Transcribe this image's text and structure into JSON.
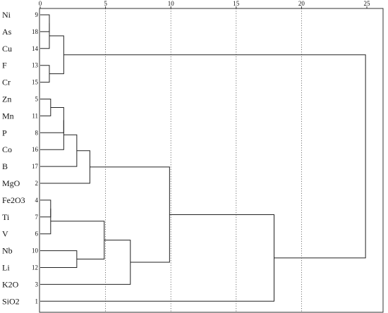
{
  "chart_data": {
    "type": "dendrogram",
    "x_ticks": [
      0,
      5,
      10,
      15,
      20,
      25
    ],
    "xlim": [
      0,
      25
    ],
    "grid": true,
    "leaves": [
      {
        "label": "Ni",
        "id": "9"
      },
      {
        "label": "As",
        "id": "18"
      },
      {
        "label": "Cu",
        "id": "14"
      },
      {
        "label": "F",
        "id": "13"
      },
      {
        "label": "Cr",
        "id": "15"
      },
      {
        "label": "Zn",
        "id": "5"
      },
      {
        "label": "Mn",
        "id": "11"
      },
      {
        "label": "P",
        "id": "8"
      },
      {
        "label": "Co",
        "id": "16"
      },
      {
        "label": "B",
        "id": "17"
      },
      {
        "label": "MgO",
        "id": "2"
      },
      {
        "label": "Fe2O3",
        "id": "4"
      },
      {
        "label": "Ti",
        "id": "7"
      },
      {
        "label": "V",
        "id": "6"
      },
      {
        "label": "Nb",
        "id": "10"
      },
      {
        "label": "Li",
        "id": "12"
      },
      {
        "label": "K2O",
        "id": "3"
      },
      {
        "label": "SiO2",
        "id": "1"
      }
    ],
    "merges": [
      {
        "a": 0,
        "b": 1,
        "dist": 0.7
      },
      {
        "a": 18,
        "b": 2,
        "dist": 0.7
      },
      {
        "a": 3,
        "b": 4,
        "dist": 0.7
      },
      {
        "a": 19,
        "b": 20,
        "dist": 1.8
      },
      {
        "a": 5,
        "b": 6,
        "dist": 0.8
      },
      {
        "a": 22,
        "b": 7,
        "dist": 1.8
      },
      {
        "a": 23,
        "b": 8,
        "dist": 1.8
      },
      {
        "a": 24,
        "b": 9,
        "dist": 2.8
      },
      {
        "a": 25,
        "b": 10,
        "dist": 3.8
      },
      {
        "a": 11,
        "b": 12,
        "dist": 0.8
      },
      {
        "a": 27,
        "b": 13,
        "dist": 0.8
      },
      {
        "a": 14,
        "b": 15,
        "dist": 2.8
      },
      {
        "a": 28,
        "b": 29,
        "dist": 4.9
      },
      {
        "a": 30,
        "b": 16,
        "dist": 6.9
      },
      {
        "a": 26,
        "b": 31,
        "dist": 9.9
      },
      {
        "a": 32,
        "b": 17,
        "dist": 17.9
      },
      {
        "a": 21,
        "b": 33,
        "dist": 24.9
      }
    ]
  }
}
